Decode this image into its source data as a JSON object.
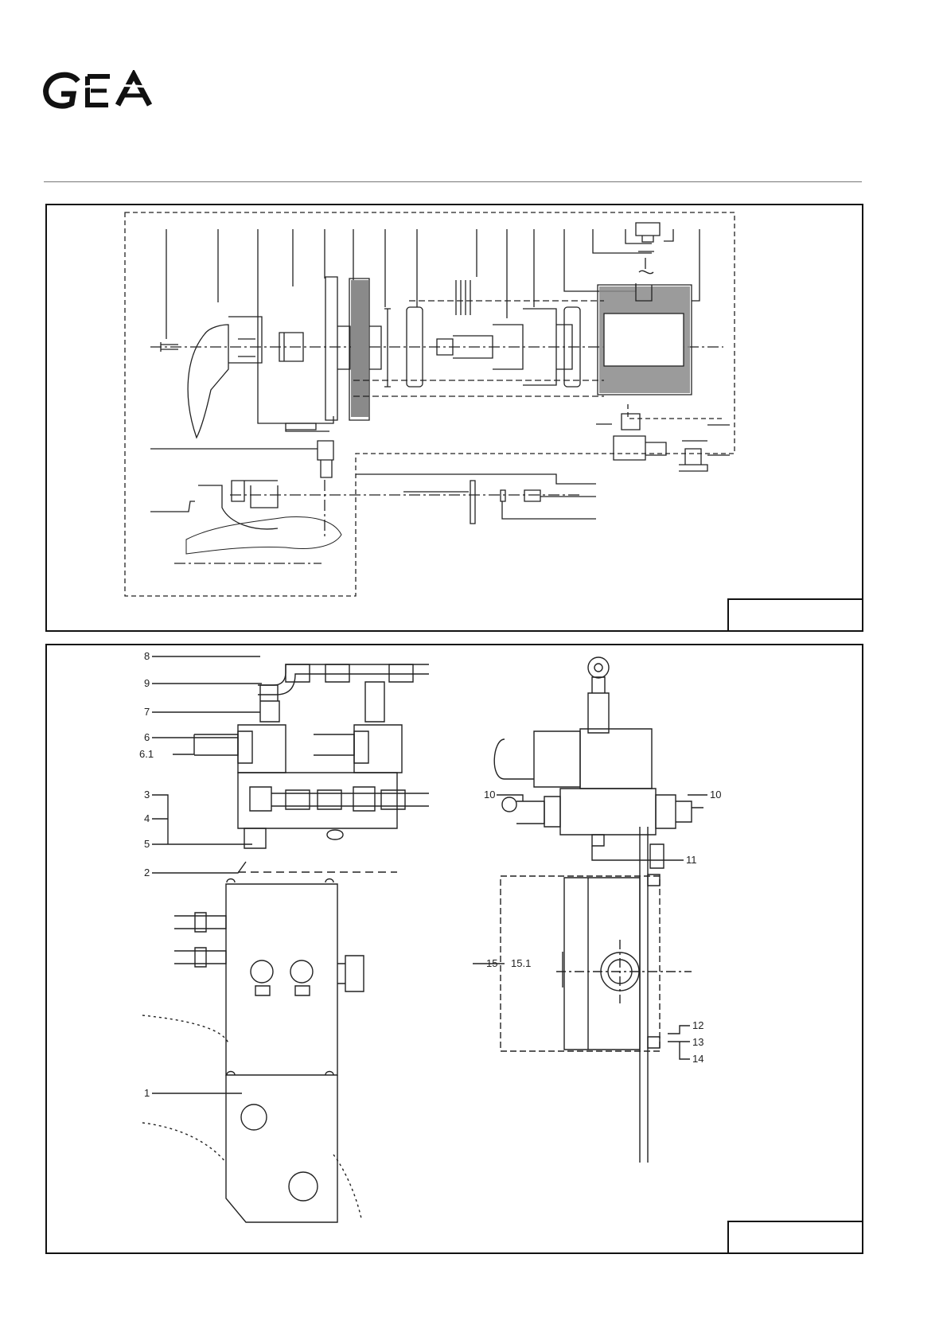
{
  "brand": {
    "name": "GEA"
  },
  "figure_top": {
    "title_box": ""
  },
  "figure_bottom": {
    "title_box": "",
    "labels": {
      "l8": "8",
      "l9": "9",
      "l7": "7",
      "l6": "6",
      "l6_1": "6.1",
      "l3": "3",
      "l4": "4",
      "l5": "5",
      "l2": "2",
      "l1": "1",
      "l10a": "10",
      "l10b": "10",
      "l11": "11",
      "l15": "15",
      "l15_1": "15.1",
      "l12": "12",
      "l13": "13",
      "l14": "14"
    }
  },
  "colors": {
    "line": "#222222",
    "border": "#111111",
    "shade": "#8a8a8a"
  }
}
